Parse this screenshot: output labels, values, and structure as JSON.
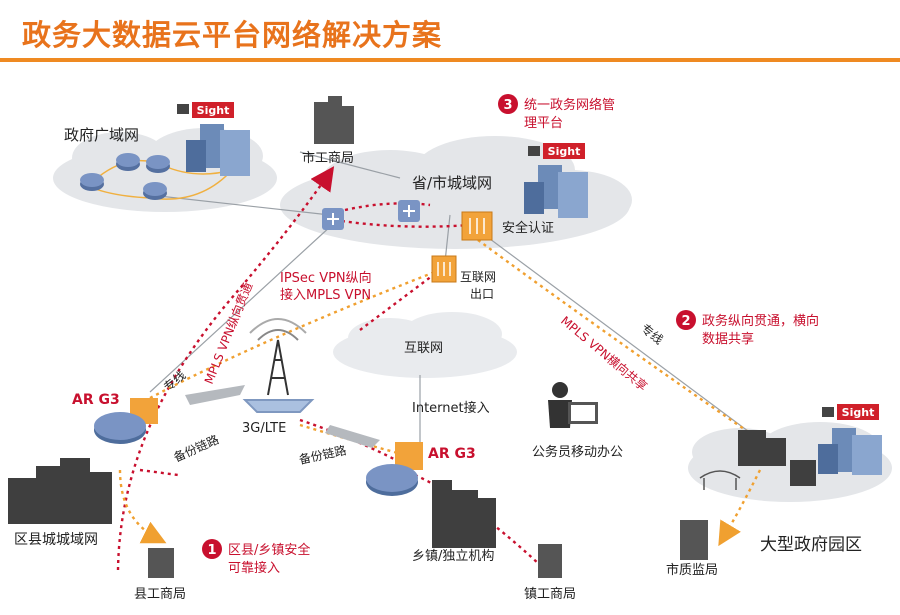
{
  "title": "政务大数据云平台网络解决方案",
  "colors": {
    "accent": "#e8731c",
    "red_path": "#c8102e",
    "orange_path": "#f0a030",
    "cloud": "#e6e8ea",
    "sight_badge": "#d0202a"
  },
  "brand_badge": "Sight",
  "clouds": {
    "gov_wan": "政府广域网",
    "province_city": "省/市城域网",
    "internet": "互联网",
    "county_city": "区县城城域网",
    "park": "大型政府园区"
  },
  "nodes": {
    "city_bureau": "市工商局",
    "security_auth": "安全认证",
    "internet_exit_l1": "互联网",
    "internet_exit_l2": "出口",
    "ar_g3_left": "AR G3",
    "ar_g3_mid": "AR G3",
    "tower": "3G/LTE",
    "internet_access": "Internet接入",
    "civil_mobile": "公务员移动办公",
    "town_org": "乡镇/独立机构",
    "county_bureau": "县工商局",
    "town_bureau": "镇工商局",
    "quality_bureau": "市质监局"
  },
  "link_labels": {
    "ipsec_l1": "IPSec VPN纵向",
    "ipsec_l2": "接入MPLS VPN",
    "mpls_vertical": "MPLS VPN纵向贯通",
    "mpls_horizontal": "MPLS VPN横向共享",
    "dedicated_left": "专线",
    "dedicated_right": "专线",
    "backup_left": "备份链路",
    "backup_mid": "备份链路"
  },
  "callouts": [
    {
      "number": "1",
      "line1": "区县/乡镇安全",
      "line2": "可靠接入"
    },
    {
      "number": "2",
      "line1": "政务纵向贯通，横向",
      "line2": "数据共享"
    },
    {
      "number": "3",
      "line1": "统一政务网络管",
      "line2": "理平台"
    }
  ]
}
